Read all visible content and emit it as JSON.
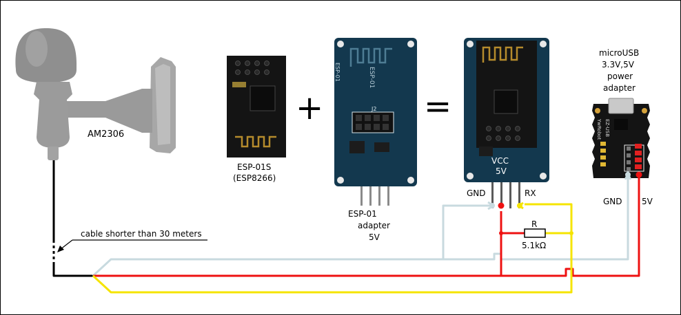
{
  "labels": {
    "sensor": "AM2306",
    "module_line1": "ESP-01S",
    "module_line2": "(ESP8266)",
    "plus": "+",
    "equals": "=",
    "adapter_line1": "ESP-01",
    "adapter_line2": "adapter",
    "adapter_line3": "5V",
    "cable_note": "cable shorter than 30 meters",
    "pin_gnd": "GND",
    "pin_rx": "RX",
    "pin_vcc": "VCC",
    "pin_5v_small": "5V",
    "resistor_name": "R",
    "resistor_value": "5.1kΩ",
    "psu_line1": "microUSB",
    "psu_line2": "3.3V,5V",
    "psu_line3": "power",
    "psu_line4": "adapter",
    "psu_gnd": "GND",
    "psu_5v": "5V"
  },
  "silkscreen": {
    "esp01": "ESP-01",
    "j2": "J2",
    "esp_side": "ESP-01",
    "psu_board": "EZ-USB",
    "psu_brand": "YwRobot"
  },
  "colors": {
    "wire_gnd": "#c8dadf",
    "wire_5v": "#ee1111",
    "wire_data": "#f5e400",
    "wire_black": "#000000",
    "pcb_blue": "#13384e",
    "pcb_black": "#141414",
    "sensor_gray": "#8d8d8d"
  }
}
